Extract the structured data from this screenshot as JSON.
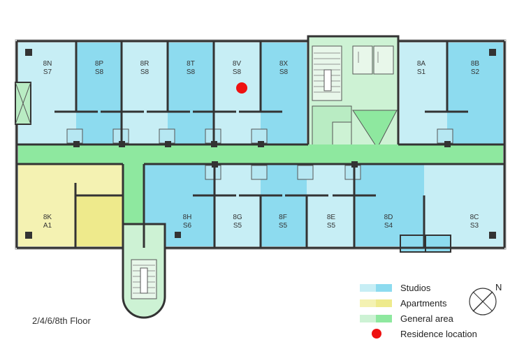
{
  "floor_label": "2/4/6/8th Floor",
  "colors": {
    "studio_light": "#c7eef5",
    "studio_dark": "#8ddbef",
    "apartment_light": "#f4f2b2",
    "apartment_dark": "#eeea8c",
    "general_light": "#cdf2d4",
    "general_dark": "#8ee89f",
    "residence_dot": "#ee1111",
    "wall": "#333333"
  },
  "units_top": [
    {
      "id": "8N",
      "type": "S7"
    },
    {
      "id": "8P",
      "type": "S8"
    },
    {
      "id": "8R",
      "type": "S8"
    },
    {
      "id": "8T",
      "type": "S8"
    },
    {
      "id": "8V",
      "type": "S8"
    },
    {
      "id": "8X",
      "type": "S8"
    },
    {
      "id": "8A",
      "type": "S1"
    },
    {
      "id": "8B",
      "type": "S2"
    }
  ],
  "units_bottom": [
    {
      "id": "8K",
      "type": "A1"
    },
    {
      "id": "8H",
      "type": "S6"
    },
    {
      "id": "8G",
      "type": "S5"
    },
    {
      "id": "8F",
      "type": "S5"
    },
    {
      "id": "8E",
      "type": "S5"
    },
    {
      "id": "8D",
      "type": "S4"
    },
    {
      "id": "8C",
      "type": "S3"
    }
  ],
  "legend": [
    {
      "label": "Studios",
      "color_a": "#c7eef5",
      "color_b": "#8ddbef"
    },
    {
      "label": "Apartments",
      "color_a": "#f4f2b2",
      "color_b": "#eeea8c"
    },
    {
      "label": "General area",
      "color_a": "#cdf2d4",
      "color_b": "#8ee89f"
    },
    {
      "label": "Residence location",
      "dot": "#ee1111"
    }
  ],
  "compass": {
    "north_label": "N",
    "icon": "compass-icon"
  }
}
